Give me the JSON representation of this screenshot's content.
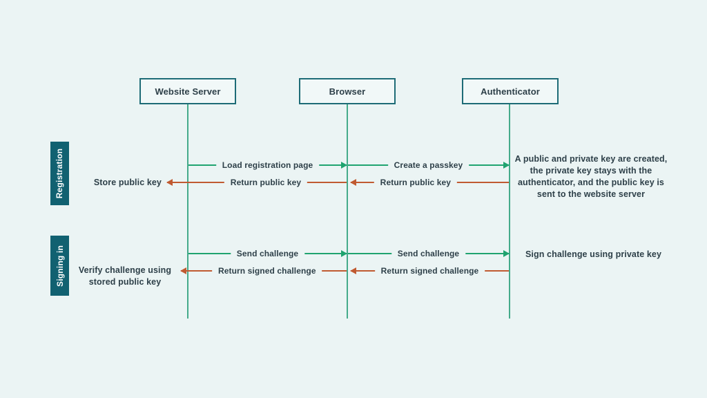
{
  "diagram": {
    "actors": [
      {
        "label": "Website Server"
      },
      {
        "label": "Browser"
      },
      {
        "label": "Authenticator"
      }
    ],
    "sections": [
      {
        "label": "Registration"
      },
      {
        "label": "Signing in"
      }
    ],
    "registration": {
      "load_registration_page": "Load registration page",
      "create_a_passkey": "Create a passkey",
      "return_public_key_browser_to_server": "Return public key",
      "return_public_key_auth_to_browser": "Return public key",
      "store_public_key": "Store public key",
      "keys_note": "A public and private key are created, the private key stays with the authenticator, and the public key is sent to the website server"
    },
    "signing_in": {
      "send_challenge_server_to_browser": "Send challenge",
      "send_challenge_browser_to_auth": "Send challenge",
      "return_signed_challenge_browser_to_server": "Return signed challenge",
      "return_signed_challenge_auth_to_browser": "Return signed challenge",
      "verify_challenge": "Verify challenge using stored public key",
      "sign_challenge": "Sign challenge using private key"
    },
    "colors": {
      "background": "#ebf4f4",
      "request_arrow": "#1fa36f",
      "response_arrow": "#c05a31",
      "lifeline": "#44aa8a",
      "section_bg": "#116171",
      "section_text": "#ffffff",
      "box_border": "#1d6b76",
      "text": "#2e4049"
    }
  }
}
